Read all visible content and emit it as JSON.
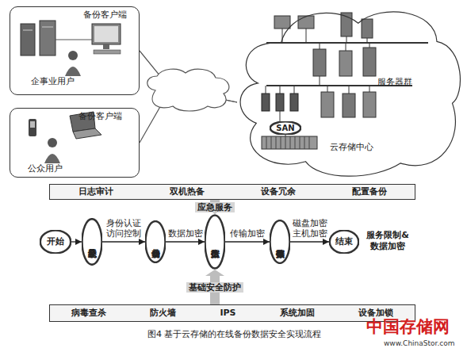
{
  "diagram": {
    "caption": "图4 基于云存储的在线备份数据安全实现流程",
    "nodes": [
      {
        "text": [
          "备份客户端",
          "企事业用户"
        ]
      },
      {
        "text": [
          "备份客户端",
          "公众用户"
        ]
      },
      {
        "text": [
          "服务器群",
          "云存储中心"
        ]
      },
      {
        "text": [
          "SAN"
        ],
        "in": 2
      },
      {
        "text": [
          "日志审计",
          "双机热备",
          "设备冗余",
          "配置备份"
        ]
      },
      {
        "text": [
          "开始"
        ]
      },
      {
        "text": [
          "系统登录"
        ]
      },
      {
        "text": [
          "启动备份"
        ]
      },
      {
        "text": [
          "上传数据"
        ]
      },
      {
        "text": [
          "数据存储"
        ]
      },
      {
        "text": [
          "结束"
        ]
      },
      {
        "text": [
          "病毒查杀",
          "防火墙",
          "IPS",
          "系统加固",
          "设备加锁"
        ]
      }
    ],
    "edges": [
      {
        "from": 0,
        "to": 2,
        "arrow": "none"
      },
      {
        "from": 1,
        "to": 2,
        "arrow": "none"
      },
      {
        "from": 4,
        "to": 8,
        "arrow": "to",
        "label": "应急服务"
      },
      {
        "from": 5,
        "to": 6,
        "arrow": "to"
      },
      {
        "from": 6,
        "to": 7,
        "arrow": "to",
        "label": "身份认证 访问控制"
      },
      {
        "from": 7,
        "to": 8,
        "arrow": "to",
        "label": "数据加密"
      },
      {
        "from": 8,
        "to": 9,
        "arrow": "to",
        "label": "传输加密"
      },
      {
        "from": 9,
        "to": 10,
        "arrow": "to",
        "label": "磁盘加密 主机加密"
      },
      {
        "from": 11,
        "to": 8,
        "arrow": "to",
        "label": "基础安全防护"
      }
    ],
    "labels": [
      "服务限制& 数据加密",
      "中国存储网",
      "www.ChinaStor.com"
    ]
  }
}
